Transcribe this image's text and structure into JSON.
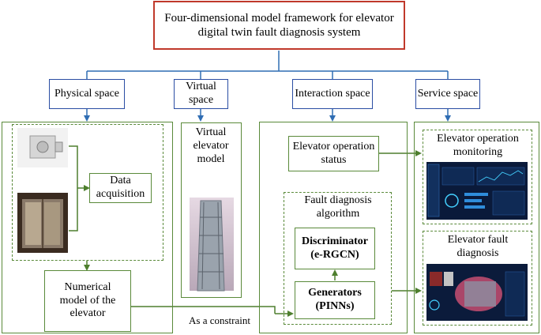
{
  "title": "Four-dimensional model framework for elevator digital twin fault diagnosis system",
  "colors": {
    "title_border": "#c0392b",
    "space_border": "#2a4da3",
    "panel_border": "#5a8a3a",
    "connector": "#2f6db3",
    "flow_arrow": "#4e7f2e"
  },
  "spaces": [
    {
      "id": "physical",
      "label": "Physical space"
    },
    {
      "id": "virtual",
      "label": "Virtual space"
    },
    {
      "id": "interaction",
      "label": "Interaction space"
    },
    {
      "id": "service",
      "label": "Service space"
    }
  ],
  "physical": {
    "data_acquisition": "Data acquisition",
    "numerical_model": "Numerical model of the elevator",
    "images": [
      "elevator-machine-photo",
      "elevator-car-photo"
    ]
  },
  "virtual": {
    "virtual_model": "Virtual elevator model",
    "images": [
      "virtual-elevator-render"
    ]
  },
  "interaction": {
    "operation_status": "Elevator operation status",
    "algorithm_title": "Fault diagnosis algorithm",
    "discriminator": "Discriminator (e-RGCN)",
    "generators": "Generators (PINNs)",
    "constraint_label": "As a constraint"
  },
  "service": {
    "monitoring": "Elevator operation monitoring",
    "fault_diagnosis": "Elevator fault diagnosis",
    "images": [
      "monitoring-dashboard-screenshot",
      "fault-diagnosis-dashboard-screenshot"
    ]
  }
}
